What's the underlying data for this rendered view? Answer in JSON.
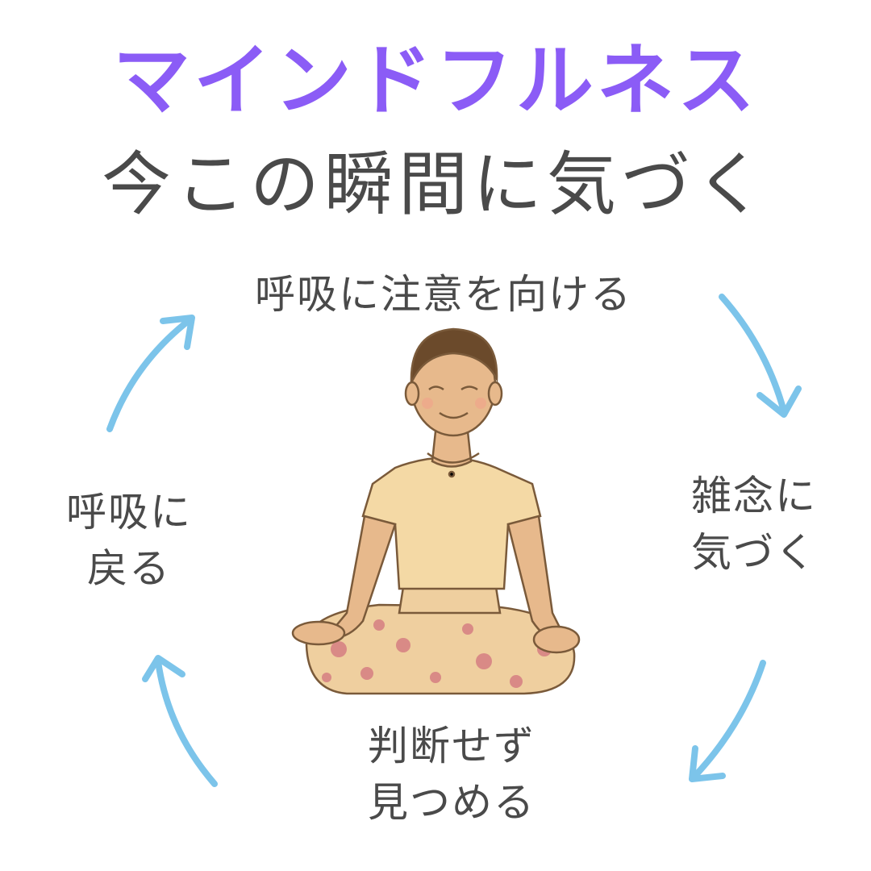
{
  "header": {
    "title": "マインドフルネス",
    "subtitle": "今この瞬間に気づく"
  },
  "cycle": {
    "steps": [
      {
        "id": "top",
        "lines": [
          "呼吸に注意を向ける"
        ]
      },
      {
        "id": "right",
        "lines": [
          "雑念に",
          "気づく"
        ]
      },
      {
        "id": "bottom",
        "lines": [
          "判断せず",
          "見つめる"
        ]
      },
      {
        "id": "left",
        "lines": [
          "呼吸に",
          "戻る"
        ]
      }
    ]
  },
  "colors": {
    "title": "#8b5cf6",
    "text": "#4a4a4a",
    "arrow": "#7cc4ea",
    "skin": "#e7b98c",
    "shirt": "#f4d9a5",
    "pants": "#efcf9f",
    "hair": "#6b4a2b",
    "flower": "#d98a86"
  },
  "icons": {
    "arrows": "circular-arrow-icon",
    "figure": "meditating-person"
  }
}
